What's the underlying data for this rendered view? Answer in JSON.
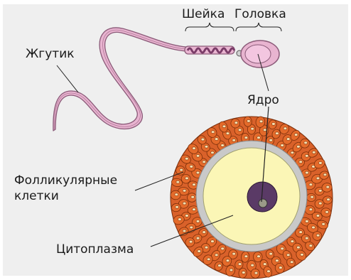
{
  "labels": {
    "neck": "Шейка",
    "head": "Головка",
    "flagellum": "Жгутик",
    "nucleus": "Ядро",
    "follicular_line1": "Фолликулярные",
    "follicular_line2": "клетки",
    "cytoplasm": "Цитоплазма"
  },
  "colors": {
    "panel_background": "#efefef",
    "sperm_pink": "#e8b4d0",
    "sperm_outline": "#8a5a78",
    "neck_purple": "#7a3c68",
    "follicle_orange": "#e46a2a",
    "follicle_outline": "#7a2e0a",
    "zona_gray": "#c9c9c9",
    "cytoplasm_yellow": "#fbf6b6",
    "nucleus_dark": "#5a3a66",
    "nucleolus_gray": "#9a9a88"
  }
}
